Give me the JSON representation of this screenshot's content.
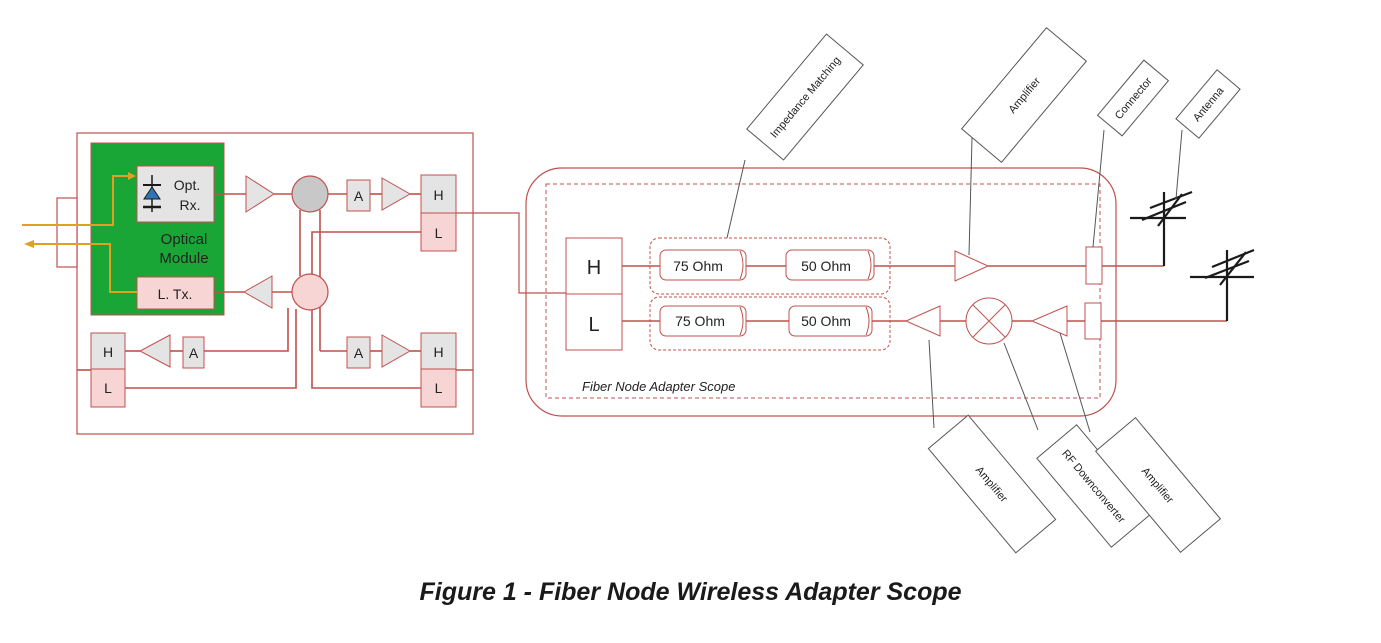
{
  "caption": "Figure 1 - Fiber Node Wireless Adapter Scope",
  "node": {
    "opt_rx": [
      "Opt.",
      "Rx."
    ],
    "optical_module": [
      "Optical",
      "Module"
    ],
    "l_tx": "L. Tx.",
    "high": "H",
    "low": "L",
    "amp": "A"
  },
  "adapter": {
    "scope_label": "Fiber Node Adapter Scope",
    "high": "H",
    "low": "L",
    "ohm75": "75 Ohm",
    "ohm50": "50 Ohm"
  },
  "callouts": {
    "impedance": "Impedance Matching",
    "amplifier_top": "Amplifier",
    "connector": "Connector",
    "antenna": "Antenna",
    "amplifier_bottom_left": "Amplifier",
    "rf_downconverter": "RF Downconverter",
    "amplifier_bottom_right": "Amplifier"
  },
  "colors": {
    "signal_line": "#c0504d",
    "optical_module": "#1aa637",
    "fiber": "#e0a020",
    "pink_fill": "#f8d5d5",
    "gray_fill": "#e4e4e4",
    "combiner_fill": "#c8c8c8",
    "photodiode": "#2e75b6"
  }
}
